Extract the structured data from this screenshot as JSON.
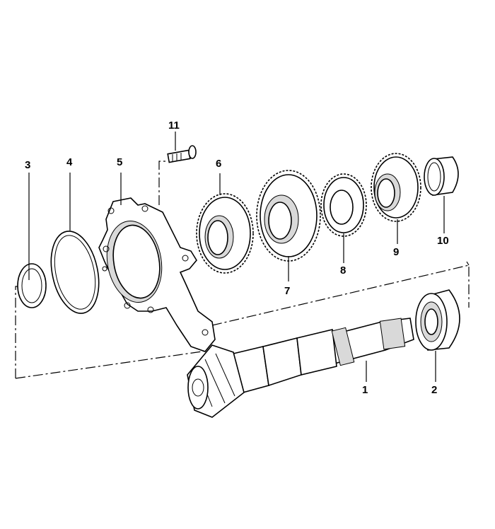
{
  "diagram": {
    "parts": [
      {
        "id": "1",
        "label": "1"
      },
      {
        "id": "2",
        "label": "2"
      },
      {
        "id": "3",
        "label": "3"
      },
      {
        "id": "4",
        "label": "4"
      },
      {
        "id": "5",
        "label": "5"
      },
      {
        "id": "6",
        "label": "6"
      },
      {
        "id": "7",
        "label": "7"
      },
      {
        "id": "8",
        "label": "8"
      },
      {
        "id": "9",
        "label": "9"
      },
      {
        "id": "10",
        "label": "10"
      },
      {
        "id": "11",
        "label": "11"
      }
    ]
  }
}
